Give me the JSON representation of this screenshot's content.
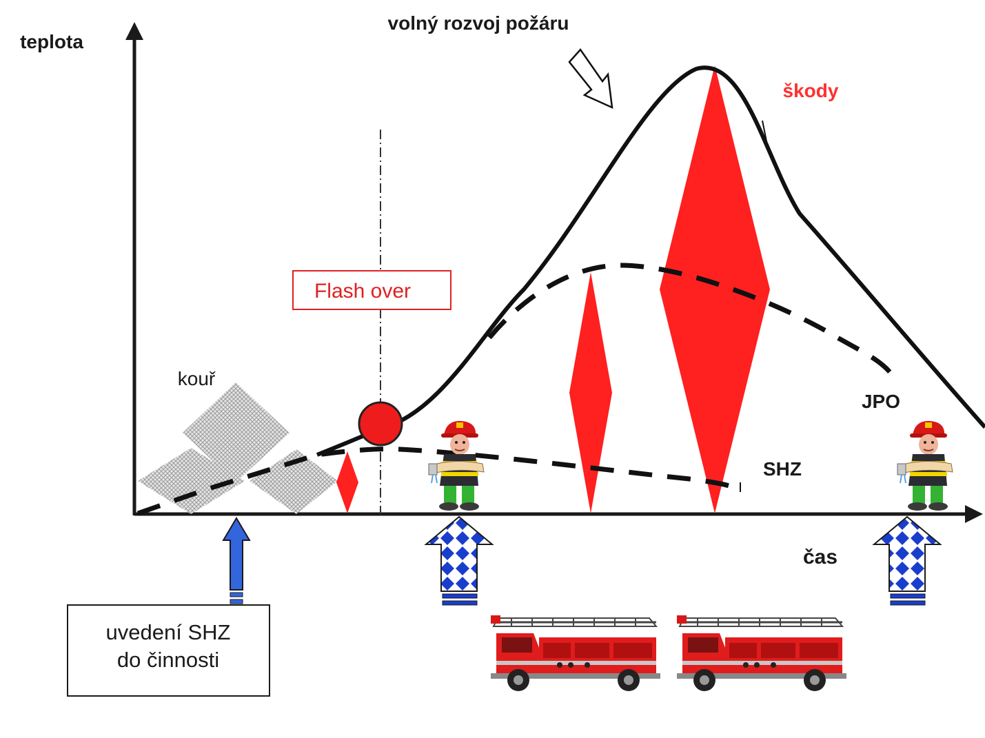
{
  "labels": {
    "y_axis": "teplota",
    "x_axis": "čas",
    "free_fire": "volný rozvoj požáru",
    "damage": "škody",
    "flash_over": "Flash over",
    "smoke": "kouř",
    "jpo": "JPO",
    "shz": "SHZ",
    "activation_line1": "uvedení SHZ",
    "activation_line2": "do činnosti"
  },
  "colors": {
    "damage_red": "#ff2020",
    "axis": "#1a1a1a",
    "activation_arrow": "#3366dd",
    "checker_blue": "#1a3ecc",
    "smoke_gray": "#aaaaaa",
    "flash_over_border": "#e02020"
  },
  "icons": {
    "firefighter": "firefighter-icon",
    "fire_truck": "fire-truck-icon",
    "flashover_point": "flashover-point-icon"
  }
}
